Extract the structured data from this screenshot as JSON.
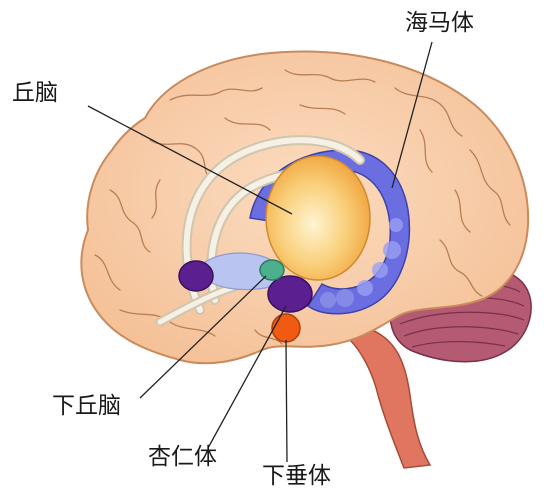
{
  "labels": {
    "hippocampus": "海马体",
    "thalamus": "丘脑",
    "hypothalamus": "下丘脑",
    "amygdala": "杏仁体",
    "pituitary": "下垂体"
  },
  "colors": {
    "brain_fill": "#f7caa4",
    "brain_outline": "#c98a5c",
    "gyri_line": "#b97e55",
    "hippocampus": "#6a6ee0",
    "hippocampus_light": "#9aa0f2",
    "thalamus": "#f6b34a",
    "thalamus_highlight": "#fff1c6",
    "amygdala": "#5b1f8f",
    "hypothalamus": "#4db08c",
    "pituitary": "#f05a12",
    "cerebellum": "#a8506a",
    "brainstem": "#e07660",
    "fornix": "#f2ede0",
    "leader_line": "#222222"
  }
}
